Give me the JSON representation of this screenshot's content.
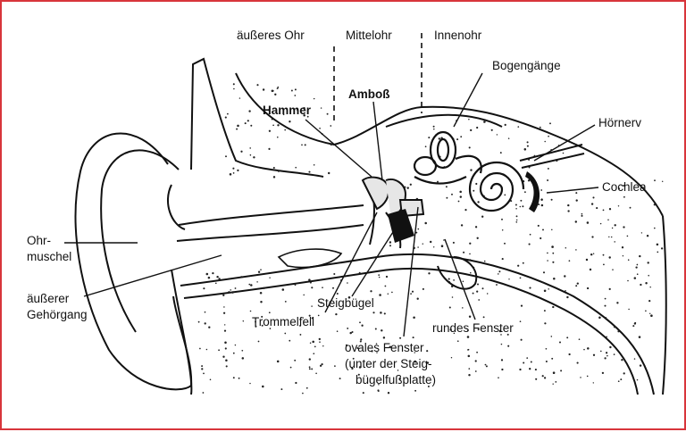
{
  "colors": {
    "frame": "#d8353b",
    "ink": "#111111"
  },
  "section_labels": {
    "outer_ear": "äußeres Ohr",
    "middle_ear": "Mittelohr",
    "inner_ear": "Innenohr"
  },
  "labels": {
    "bogengaenge": "Bogengänge",
    "amboss": "Amboß",
    "hammer": "Hammer",
    "hoernerv": "Hörnerv",
    "cochlea": "Cochlea",
    "ohrmuschel_1": "Ohr-",
    "ohrmuschel_2": "muschel",
    "gehoergang_1": "äußerer",
    "gehoergang_2": "Gehörgang",
    "steigbuegel": "Steigbügel",
    "trommelfell": "Trommelfell",
    "rundes_fenster": "rundes Fenster",
    "ovales_1": "ovales Fenster",
    "ovales_2": "(unter der Steig-",
    "ovales_3": "bügelfußplatte)"
  }
}
